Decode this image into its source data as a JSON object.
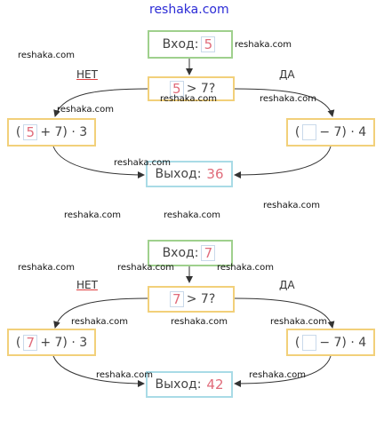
{
  "watermark": "reshaka.com",
  "labels": {
    "no": "НЕТ",
    "yes": "ДА"
  },
  "diagrams": [
    {
      "input_label": "Вход:",
      "input_value": "5",
      "condition": "> 7?",
      "no_branch": {
        "pre": "(",
        "post": "+ 7) · 3"
      },
      "yes_branch": {
        "pre": "(",
        "post": "− 7) · 4"
      },
      "output_label": "Выход:",
      "output_value": "36"
    },
    {
      "input_label": "Вход:",
      "input_value": "7",
      "condition": "> 7?",
      "no_branch": {
        "pre": "(",
        "post": "+ 7) · 3"
      },
      "yes_branch": {
        "pre": "(",
        "post": "− 7) · 4"
      },
      "output_label": "Выход:",
      "output_value": "42"
    }
  ]
}
